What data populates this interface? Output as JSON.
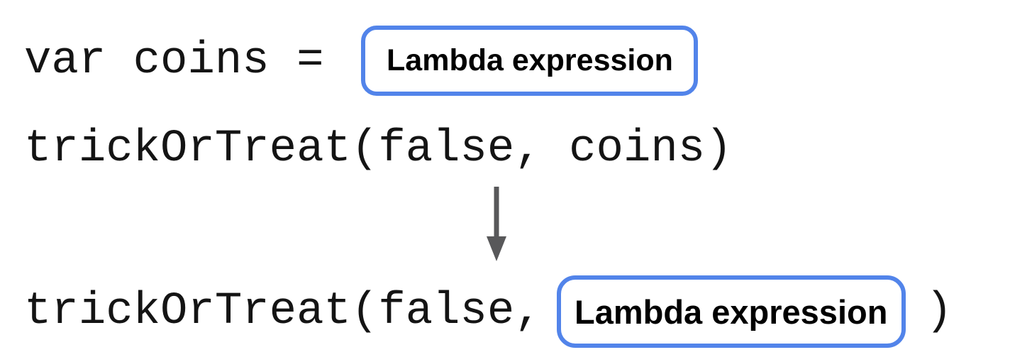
{
  "colors": {
    "box_border": "#5284EA",
    "code_text": "#141414",
    "label_text": "#000000",
    "arrow": "#58585A",
    "background": "#FFFFFF"
  },
  "lines": {
    "declaration": "var coins =",
    "call_with_variable": "trickOrTreat(false, coins)",
    "call_inlined_prefix": "trickOrTreat(false,",
    "call_inlined_suffix": ")"
  },
  "lambda_box": {
    "label": "Lambda expression"
  }
}
